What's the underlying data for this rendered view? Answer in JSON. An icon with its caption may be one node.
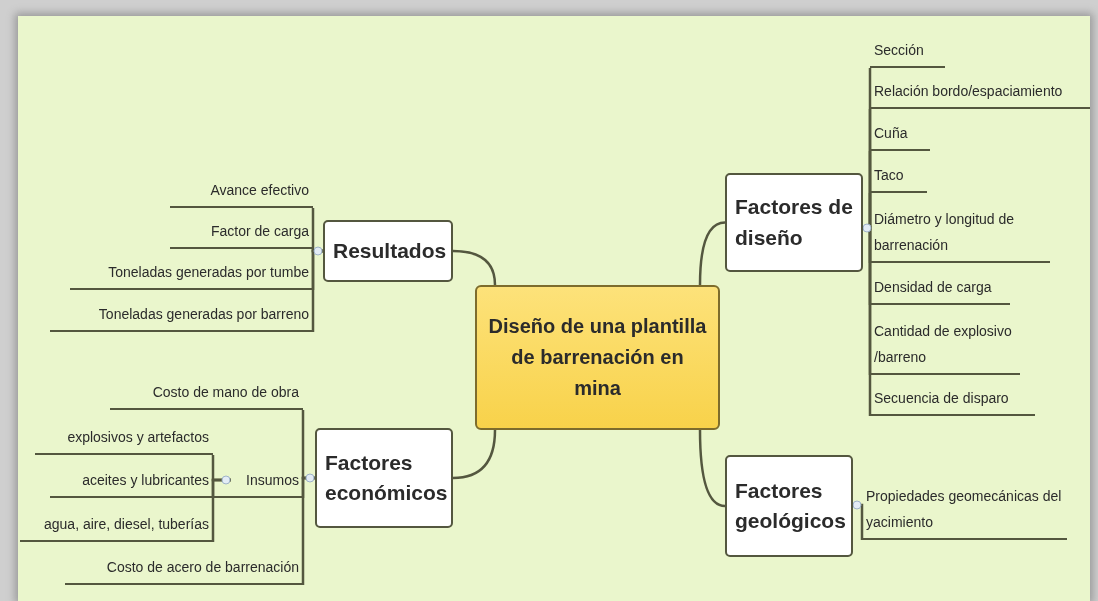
{
  "diagram": {
    "nodes": [
      {
        "text": [
          "Diseño de una plantilla de barrenación en mina"
        ]
      },
      {
        "text": [
          "Resultados"
        ]
      },
      {
        "text": [
          "Avance efectivo"
        ]
      },
      {
        "text": [
          "Factor de carga"
        ]
      },
      {
        "text": [
          "Toneladas generadas por tumbe"
        ]
      },
      {
        "text": [
          "Toneladas generadas por barreno"
        ]
      },
      {
        "text": [
          "Factores económicos"
        ]
      },
      {
        "text": [
          "Costo de mano de obra"
        ]
      },
      {
        "text": [
          "Insumos"
        ]
      },
      {
        "text": [
          "explosivos y artefactos"
        ]
      },
      {
        "text": [
          "aceites y lubricantes"
        ]
      },
      {
        "text": [
          "agua, aire, diesel, tuberías"
        ]
      },
      {
        "text": [
          "Costo de acero de barrenación"
        ]
      },
      {
        "text": [
          "Factores de diseño"
        ]
      },
      {
        "text": [
          "Sección"
        ]
      },
      {
        "text": [
          "Relación bordo/espaciamiento"
        ]
      },
      {
        "text": [
          "Cuña"
        ]
      },
      {
        "text": [
          "Taco"
        ]
      },
      {
        "text": [
          "Diámetro y longitud de barrenación"
        ]
      },
      {
        "text": [
          "Densidad de carga"
        ]
      },
      {
        "text": [
          "Cantidad de explosivo /barreno"
        ]
      },
      {
        "text": [
          "Secuencia de disparo"
        ]
      },
      {
        "text": [
          "Factores geológicos"
        ]
      },
      {
        "text": [
          "Propiedades geomecánicas del yacimiento"
        ]
      }
    ],
    "edges": [
      {
        "from": 0,
        "to": 1,
        "arrow": "none"
      },
      {
        "from": 1,
        "to": 2,
        "arrow": "none"
      },
      {
        "from": 1,
        "to": 3,
        "arrow": "none"
      },
      {
        "from": 1,
        "to": 4,
        "arrow": "none"
      },
      {
        "from": 1,
        "to": 5,
        "arrow": "none"
      },
      {
        "from": 0,
        "to": 6,
        "arrow": "none"
      },
      {
        "from": 6,
        "to": 7,
        "arrow": "none"
      },
      {
        "from": 6,
        "to": 8,
        "arrow": "none"
      },
      {
        "from": 8,
        "to": 9,
        "arrow": "none"
      },
      {
        "from": 8,
        "to": 10,
        "arrow": "none"
      },
      {
        "from": 8,
        "to": 11,
        "arrow": "none"
      },
      {
        "from": 6,
        "to": 12,
        "arrow": "none"
      },
      {
        "from": 0,
        "to": 13,
        "arrow": "none"
      },
      {
        "from": 13,
        "to": 14,
        "arrow": "none"
      },
      {
        "from": 13,
        "to": 15,
        "arrow": "none"
      },
      {
        "from": 13,
        "to": 16,
        "arrow": "none"
      },
      {
        "from": 13,
        "to": 17,
        "arrow": "none"
      },
      {
        "from": 13,
        "to": 18,
        "arrow": "none"
      },
      {
        "from": 13,
        "to": 19,
        "arrow": "none"
      },
      {
        "from": 13,
        "to": 20,
        "arrow": "none"
      },
      {
        "from": 13,
        "to": 21,
        "arrow": "none"
      },
      {
        "from": 0,
        "to": 22,
        "arrow": "none"
      },
      {
        "from": 22,
        "to": 23,
        "arrow": "none"
      }
    ]
  }
}
